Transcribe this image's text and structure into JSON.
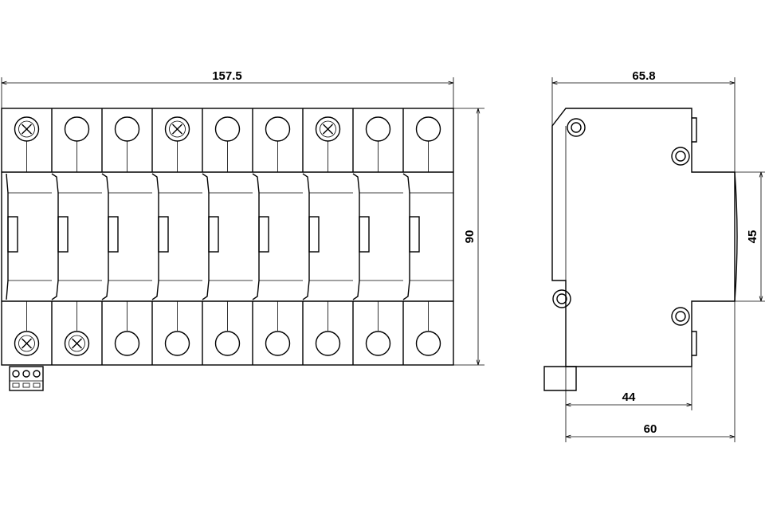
{
  "dimensions": {
    "total_width": "157.5",
    "height": "90",
    "side_depth": "65.8",
    "center_height": "45",
    "rail_depth": "44",
    "overall_depth": "60"
  },
  "front_view": {
    "module_count": 9,
    "top_terminals": [
      "screw",
      "ring",
      "ring",
      "screw",
      "ring",
      "ring",
      "screw",
      "ring",
      "ring"
    ],
    "bottom_terminals": [
      "screw",
      "screw",
      "ring",
      "ring",
      "ring",
      "ring",
      "ring",
      "ring",
      "ring"
    ]
  },
  "colors": {
    "line": "#000000",
    "background": "#ffffff"
  }
}
